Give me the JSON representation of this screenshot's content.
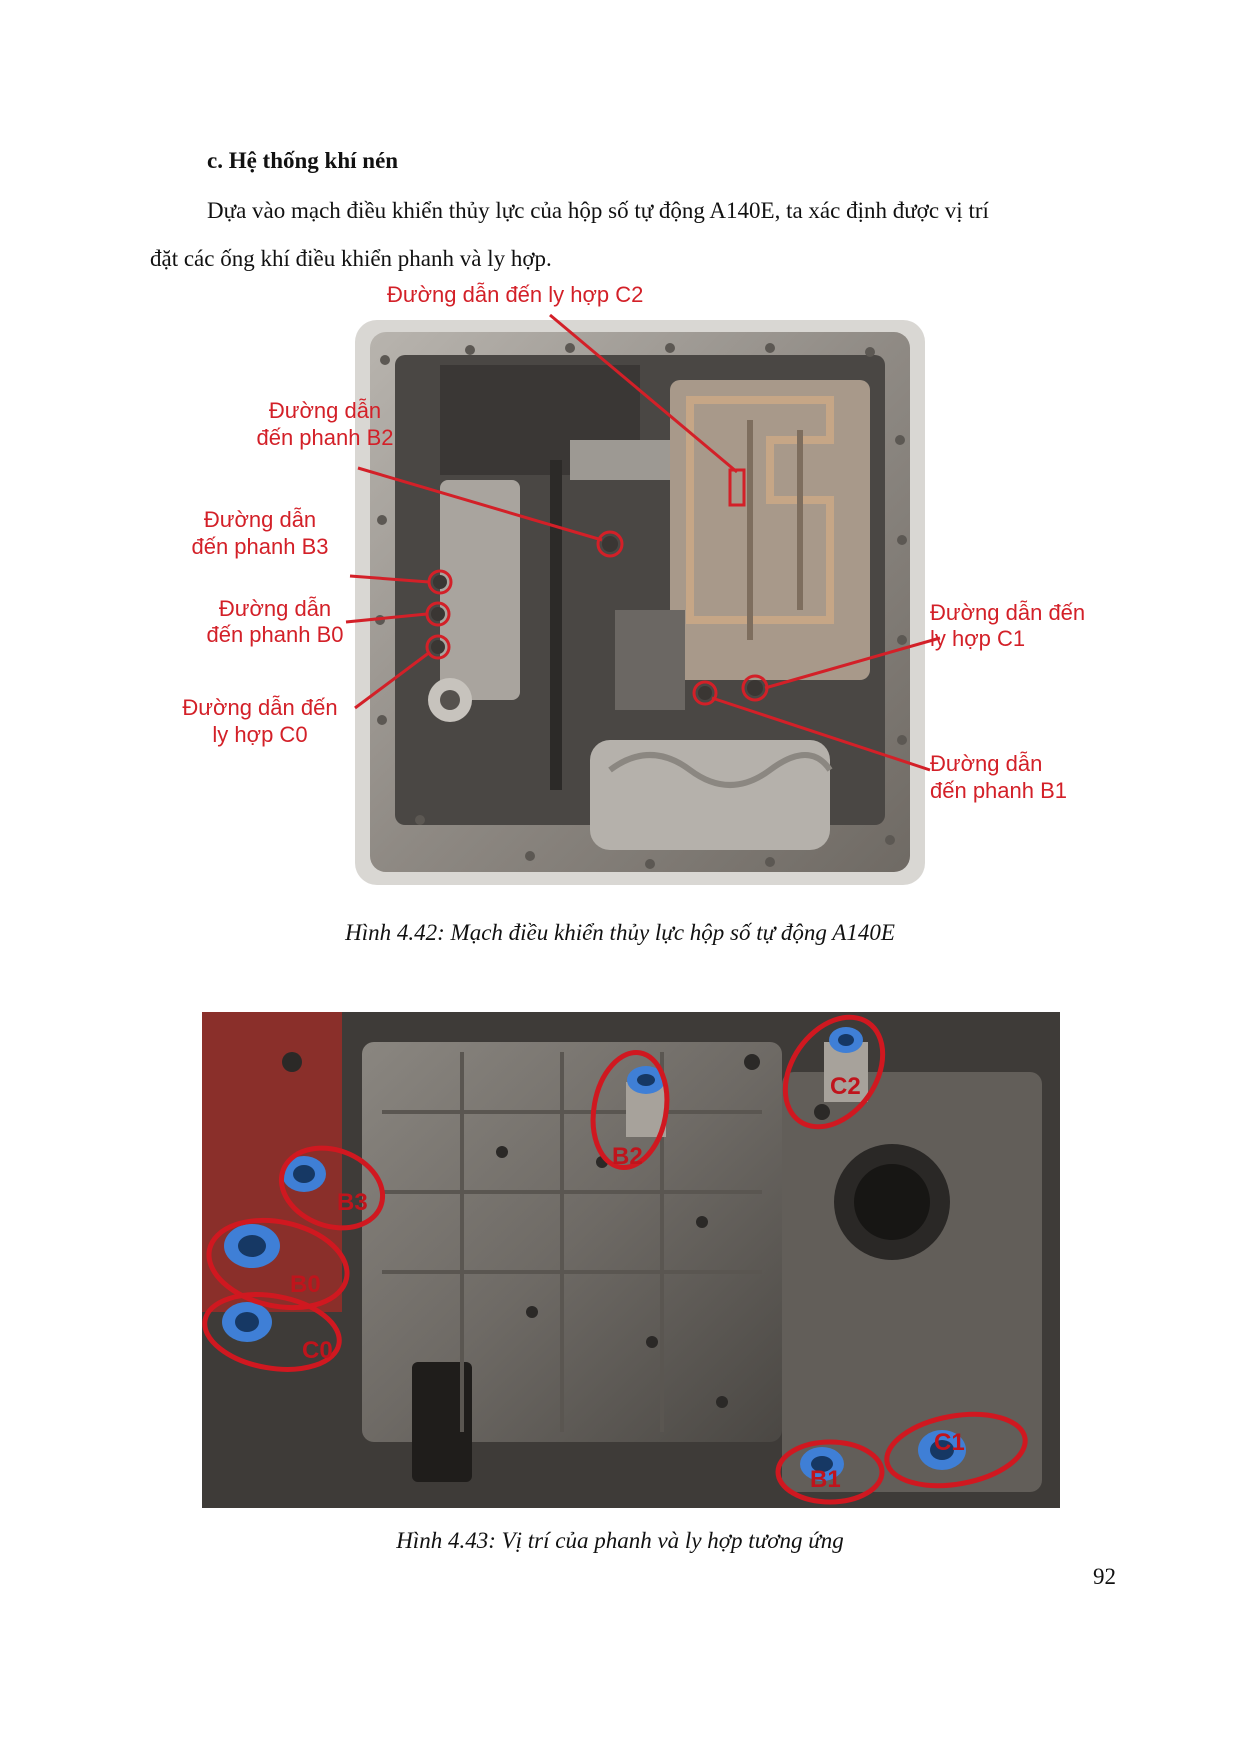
{
  "section": {
    "heading": "c.  Hệ thống khí nén"
  },
  "body": {
    "line1": "Dựa vào mạch điều khiển thủy lực của hộp số tự động A140E, ta xác định được vị trí",
    "line2": "đặt các ống khí điều khiển phanh và ly hợp."
  },
  "figure1": {
    "labels": {
      "c2": "Đường dẫn đến ly hợp C2",
      "b2_l1": "Đường dẫn",
      "b2_l2": "đến phanh B2",
      "b3_l1": "Đường dẫn",
      "b3_l2": "đến phanh B3",
      "b0_l1": "Đường dẫn",
      "b0_l2": "đến phanh B0",
      "c0_l1": "Đường dẫn đến",
      "c0_l2": "ly hợp C0",
      "c1_l1": "Đường dẫn đến",
      "c1_l2": "ly hợp C1",
      "b1_l1": "Đường dẫn",
      "b1_l2": "đến phanh B1"
    },
    "caption": "Hình 4.42: Mạch điều khiển thủy lực hộp số tự động A140E",
    "colors": {
      "annotation": "#d32028",
      "metal": "#8f8a84"
    }
  },
  "figure2": {
    "tags": {
      "c2": "C2",
      "b2": "B2",
      "b3": "B3",
      "b0": "B0",
      "c0": "C0",
      "c1": "C1",
      "b1": "B1"
    },
    "caption": "Hình 4.43: Vị trí của phanh và ly hợp tương ứng",
    "colors": {
      "fitting": "#3f7fd6",
      "ring": "#d01820"
    }
  },
  "page": {
    "number": "92"
  }
}
